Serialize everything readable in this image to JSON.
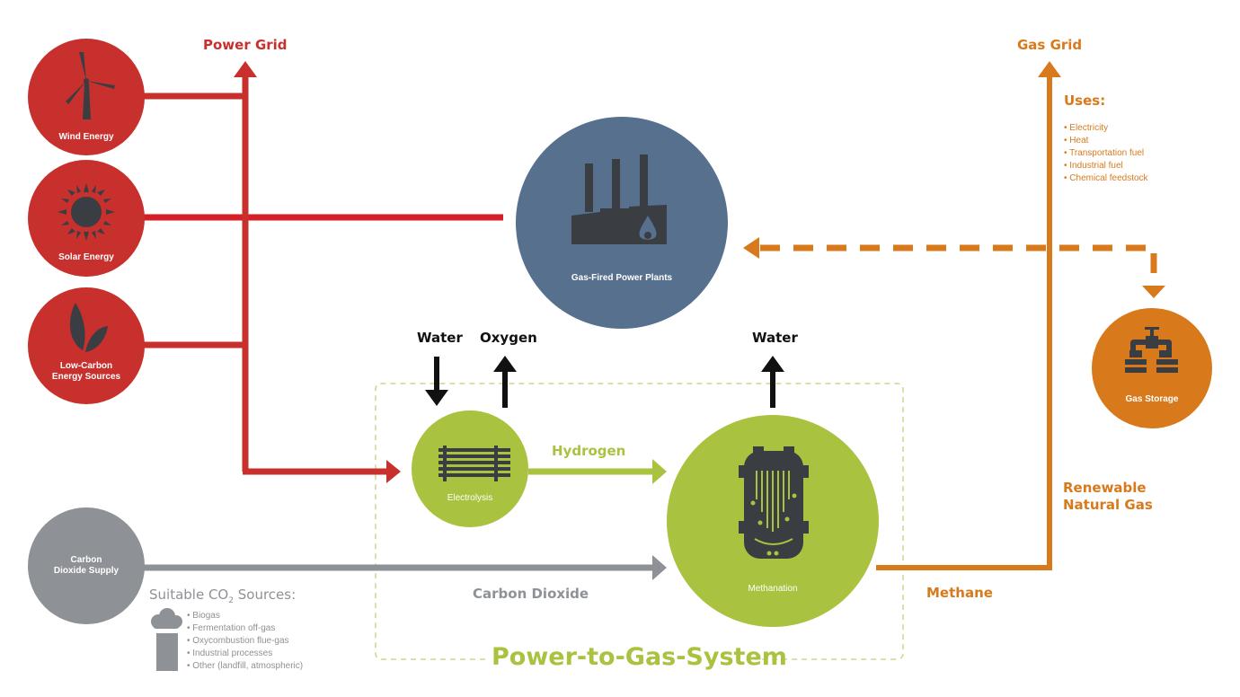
{
  "title": "Power-to-Gas-System",
  "colors": {
    "red": "#c8302d",
    "orange": "#d87a1c",
    "green": "#a9c23f",
    "slate": "#56708e",
    "gray": "#8e9196",
    "icon_dark": "#3a3d42"
  },
  "nodes": {
    "wind": {
      "label": "Wind Energy",
      "icon": "wind-turbine-icon"
    },
    "solar": {
      "label": "Solar Energy",
      "icon": "sun-icon"
    },
    "lowcarbon": {
      "label_line1": "Low-Carbon",
      "label_line2": "Energy Sources",
      "icon": "leaf-icon"
    },
    "co2supply": {
      "label_line1": "Carbon",
      "label_line2": "Dioxide Supply"
    },
    "gasplant": {
      "label": "Gas-Fired Power Plants",
      "icon": "factory-flame-icon"
    },
    "electrolysis": {
      "label": "Electrolysis",
      "icon": "electrolyzer-icon"
    },
    "methanation": {
      "label": "Methanation",
      "icon": "reactor-icon"
    },
    "storage": {
      "label": "Gas Storage",
      "icon": "pipe-valve-icon"
    }
  },
  "flows": {
    "power_grid": "Power Grid",
    "gas_grid": "Gas Grid",
    "water_in": "Water",
    "oxygen_out": "Oxygen",
    "water_out": "Water",
    "hydrogen": "Hydrogen",
    "carbon_dioxide": "Carbon Dioxide",
    "methane": "Methane",
    "rng_line1": "Renewable",
    "rng_line2": "Natural Gas"
  },
  "uses": {
    "heading": "Uses:",
    "items": [
      "Electricity",
      "Heat",
      "Transportation fuel",
      "Industrial fuel",
      "Chemical feedstock"
    ]
  },
  "co2_sources": {
    "heading_prefix": "Suitable CO",
    "heading_sub": "2",
    "heading_suffix": " Sources:",
    "items": [
      "Biogas",
      "Fermentation off-gas",
      "Oxycombustion flue-gas",
      "Industrial processes",
      "Other (landfill, atmospheric)"
    ]
  }
}
